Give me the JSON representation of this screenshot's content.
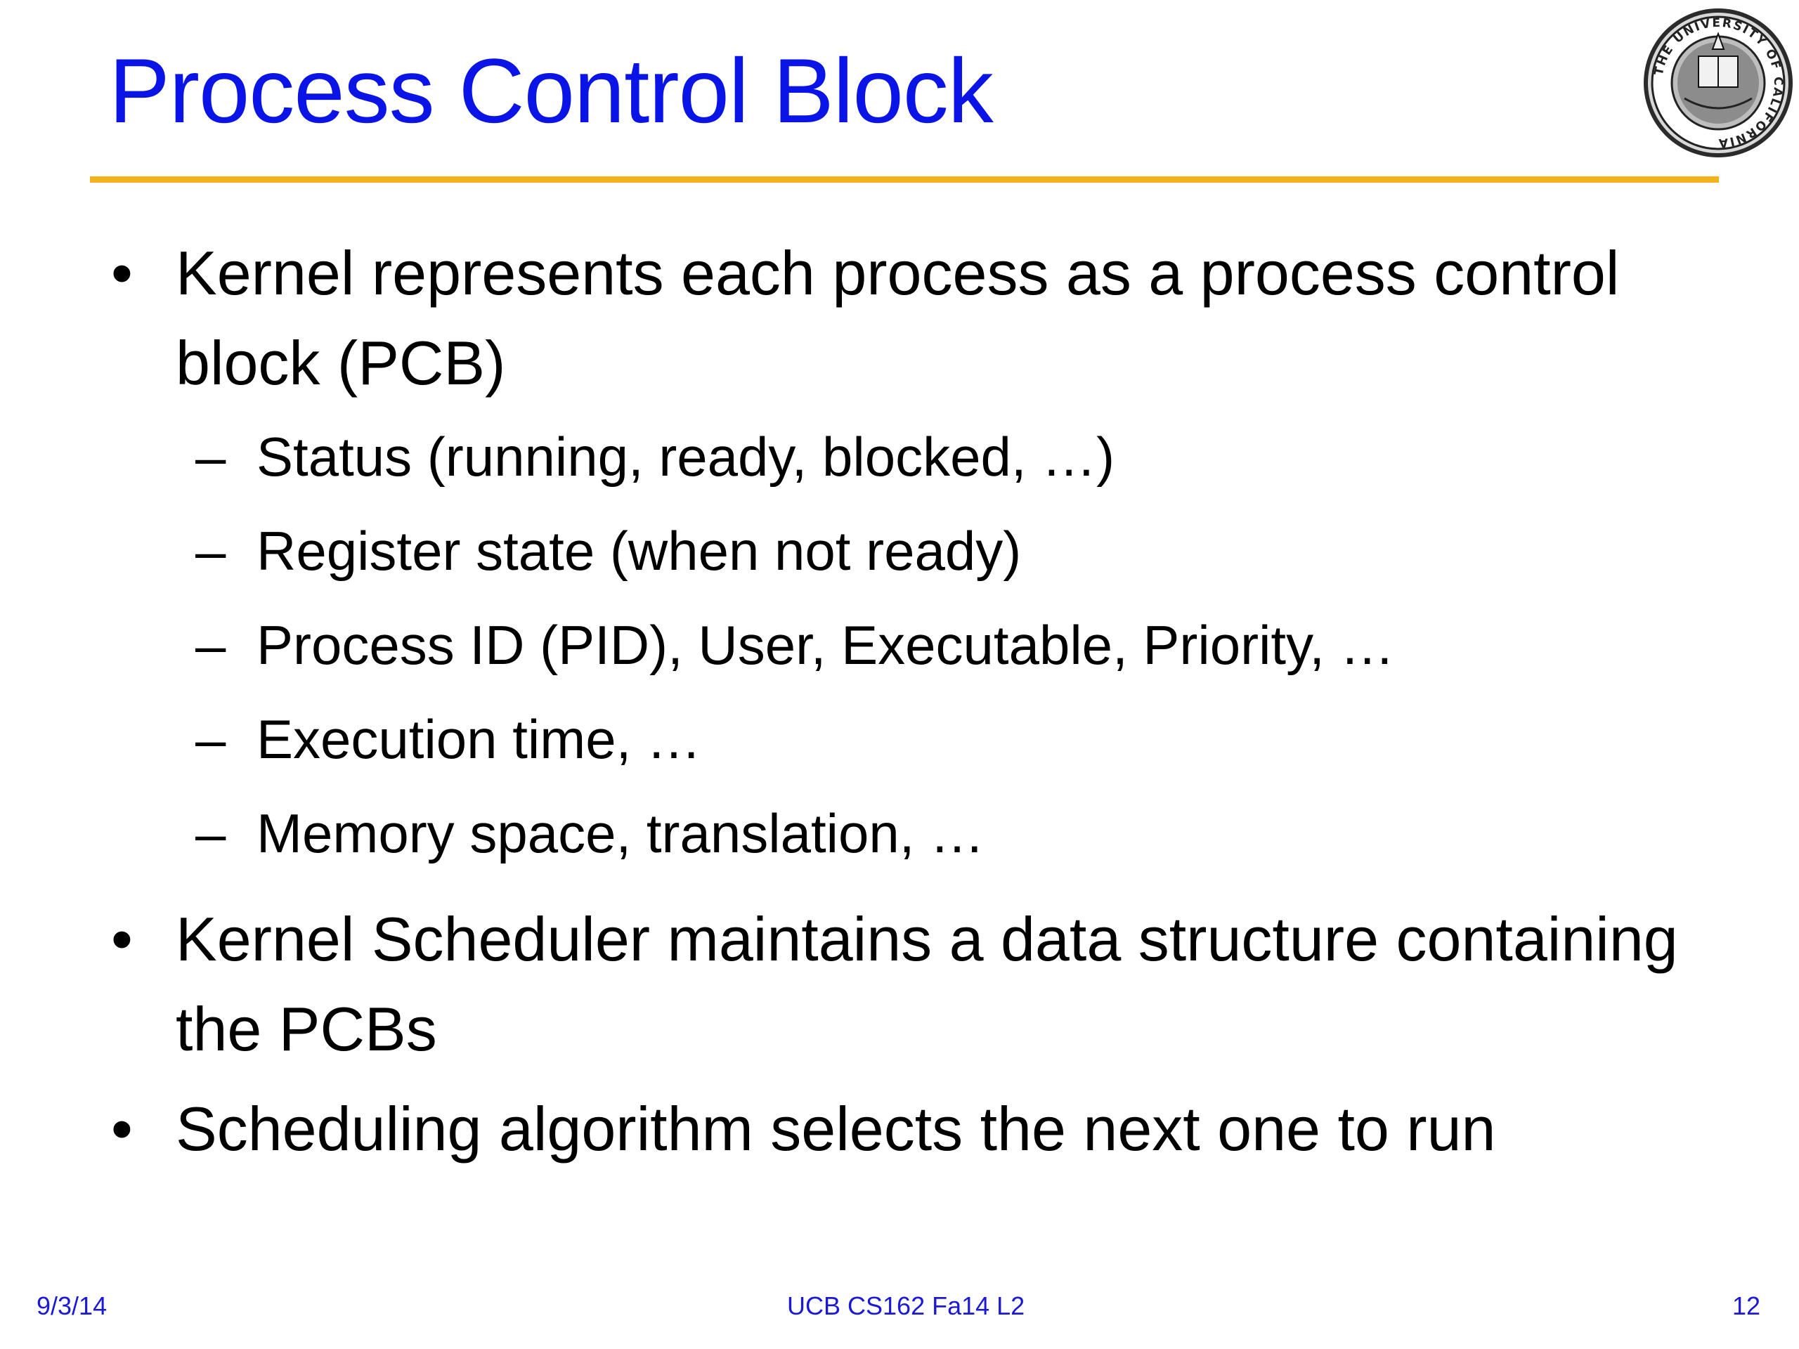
{
  "slide": {
    "title": "Process Control Block",
    "bullets": [
      {
        "text": "Kernel represents each process as a process control block (PCB)",
        "subitems": [
          "Status (running, ready, blocked, …)",
          "Register state (when not ready)",
          "Process ID (PID), User, Executable, Priority, …",
          "Execution time, …",
          "Memory space, translation, …"
        ]
      },
      {
        "text": "Kernel Scheduler maintains a data structure containing the PCBs"
      },
      {
        "text": "Scheduling algorithm selects the next one to run"
      }
    ],
    "bullet_glyph": "•",
    "dash_glyph": "–",
    "logo_icon": "university-of-california-seal",
    "logo_text": "THE UNIVERSITY OF CALIFORNIA"
  },
  "footer": {
    "date": "9/3/14",
    "course": "UCB CS162 Fa14 L2",
    "page_number": "12"
  },
  "colors": {
    "title": "#0a14e6",
    "rule": "#f2b21c",
    "footer": "#1a1ad6",
    "text": "#000000"
  }
}
